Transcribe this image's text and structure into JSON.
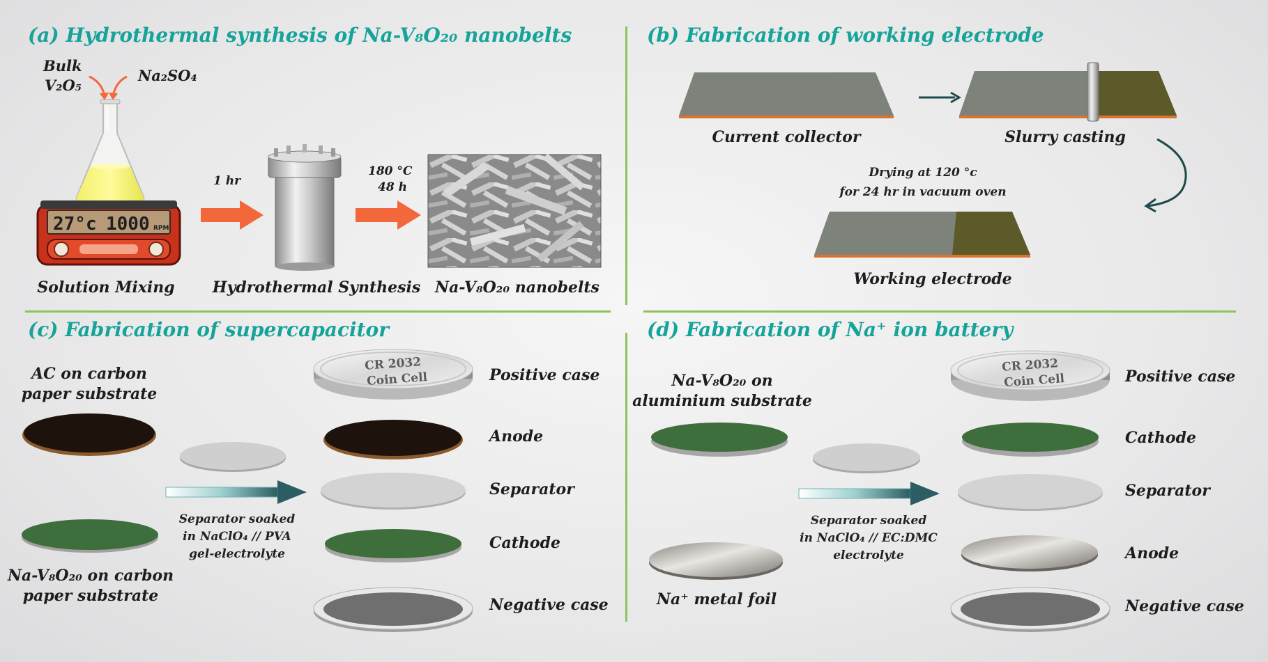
{
  "panels": {
    "a": {
      "title": "(a) Hydrothermal synthesis of Na-V₈O₂₀ nanobelts"
    },
    "b": {
      "title": "(b) Fabrication of working electrode"
    },
    "c": {
      "title": "(c) Fabrication of supercapacitor"
    },
    "d": {
      "title": "(d) Fabrication of Na⁺ ion battery"
    }
  },
  "synthesis": {
    "bulk": "Bulk",
    "v2o5": "V₂O₅",
    "na2so4": "Na₂SO₄",
    "stirrer_temp": "27°c",
    "stirrer_rpm": "1000",
    "rpm_unit": "RPM",
    "step1_time": "1 hr",
    "step2_temp": "180 °C",
    "step2_time": "48 h",
    "label_mixing": "Solution Mixing",
    "label_hydro": "Hydrothermal Synthesis",
    "label_product": "Na-V₈O₂₀ nanobelts"
  },
  "electrode": {
    "current_collector": "Current collector",
    "slurry_casting": "Slurry casting",
    "drying_line1": "Drying at 120 °c",
    "drying_line2": "for 24 hr in vacuum oven",
    "working_electrode": "Working electrode"
  },
  "supercap": {
    "anode_src_line1": "AC on carbon",
    "anode_src_line2": "paper substrate",
    "cathode_src_line1": "Na-V₈O₂₀ on carbon",
    "cathode_src_line2": "paper substrate",
    "sep_line1": "Separator soaked",
    "sep_line2": "in NaClO₄ // PVA",
    "sep_line3": "gel-electrolyte",
    "coin_line1": "CR 2032",
    "coin_line2": "Coin Cell",
    "stack": [
      "Positive case",
      "Anode",
      "Separator",
      "Cathode",
      "Negative case"
    ]
  },
  "battery": {
    "cathode_src_line1": "Na-V₈O₂₀ on",
    "cathode_src_line2": "aluminium substrate",
    "anode_src": "Na⁺ metal foil",
    "sep_line1": "Separator soaked",
    "sep_line2": "in NaClO₄ // EC:DMC",
    "sep_line3": "electrolyte",
    "coin_line1": "CR 2032",
    "coin_line2": "Coin Cell",
    "stack": [
      "Positive case",
      "Cathode",
      "Separator",
      "Anode",
      "Negative case"
    ]
  },
  "colors": {
    "title_teal": "#16a39a",
    "divider_green": "#8cc35a",
    "arrow_orange": "#f2683a",
    "electrode_green": "#3e6e3c",
    "carbon_black": "#1e120c"
  }
}
